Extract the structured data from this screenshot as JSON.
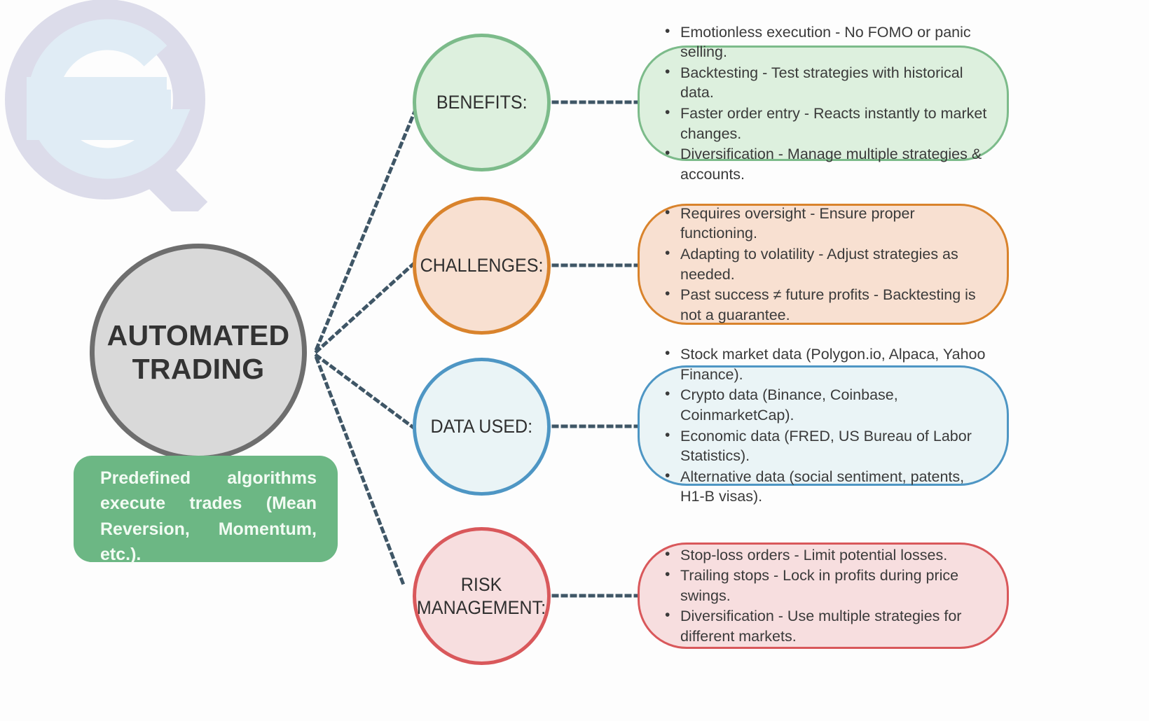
{
  "diagram": {
    "title": "AUTOMATED TRADING",
    "center": {
      "label": "AUTOMATED\nTRADING",
      "label_line1": "AUTOMATED",
      "label_line2": "TRADING",
      "fill_color": "#d9d9d9",
      "border_color": "#6e6e6e"
    },
    "caption": {
      "text": "Predefined algorithms execute trades (Mean Reversion, Momentum, etc.).",
      "fill_color": "#6cb784",
      "text_color": "#f2fbf3"
    },
    "watermark": {
      "icon": "magnifying-glass-s-logo",
      "letters": "SQ"
    },
    "branches": [
      {
        "key": "benefits",
        "label": "BENEFITS:",
        "accent_color": "#7cbb8a",
        "fill_color": "#ddf0de",
        "items": [
          "Emotionless execution - No FOMO or panic selling.",
          "Backtesting - Test strategies with historical data.",
          "Faster order entry - Reacts instantly to market changes.",
          "Diversification - Manage multiple strategies & accounts."
        ]
      },
      {
        "key": "challenges",
        "label": "CHALLENGES:",
        "accent_color": "#d9832c",
        "fill_color": "#f8e0d1",
        "items": [
          "Requires oversight - Ensure proper functioning.",
          "Adapting to volatility - Adjust strategies as needed.",
          "Past success ≠ future profits - Backtesting is not a guarantee."
        ]
      },
      {
        "key": "data_used",
        "label": "DATA USED:",
        "accent_color": "#4e96c4",
        "fill_color": "#eaf4f6",
        "items": [
          "Stock market data (Polygon.io, Alpaca, Yahoo Finance).",
          "Crypto data (Binance, Coinbase, CoinmarketCap).",
          "Economic data (FRED, US Bureau of Labor Statistics).",
          "Alternative data (social sentiment, patents, H1-B visas)."
        ]
      },
      {
        "key": "risk_management",
        "label": "RISK MANAGEMENT:",
        "label_line1": "RISK",
        "label_line2": "MANAGEMENT:",
        "accent_color": "#d9585b",
        "fill_color": "#f7dedf",
        "items": [
          "Stop-loss orders - Limit potential losses.",
          "Trailing stops - Lock in profits during price swings.",
          "Diversification - Use multiple strategies for different markets."
        ]
      }
    ],
    "connector_color": "#3f5666"
  }
}
